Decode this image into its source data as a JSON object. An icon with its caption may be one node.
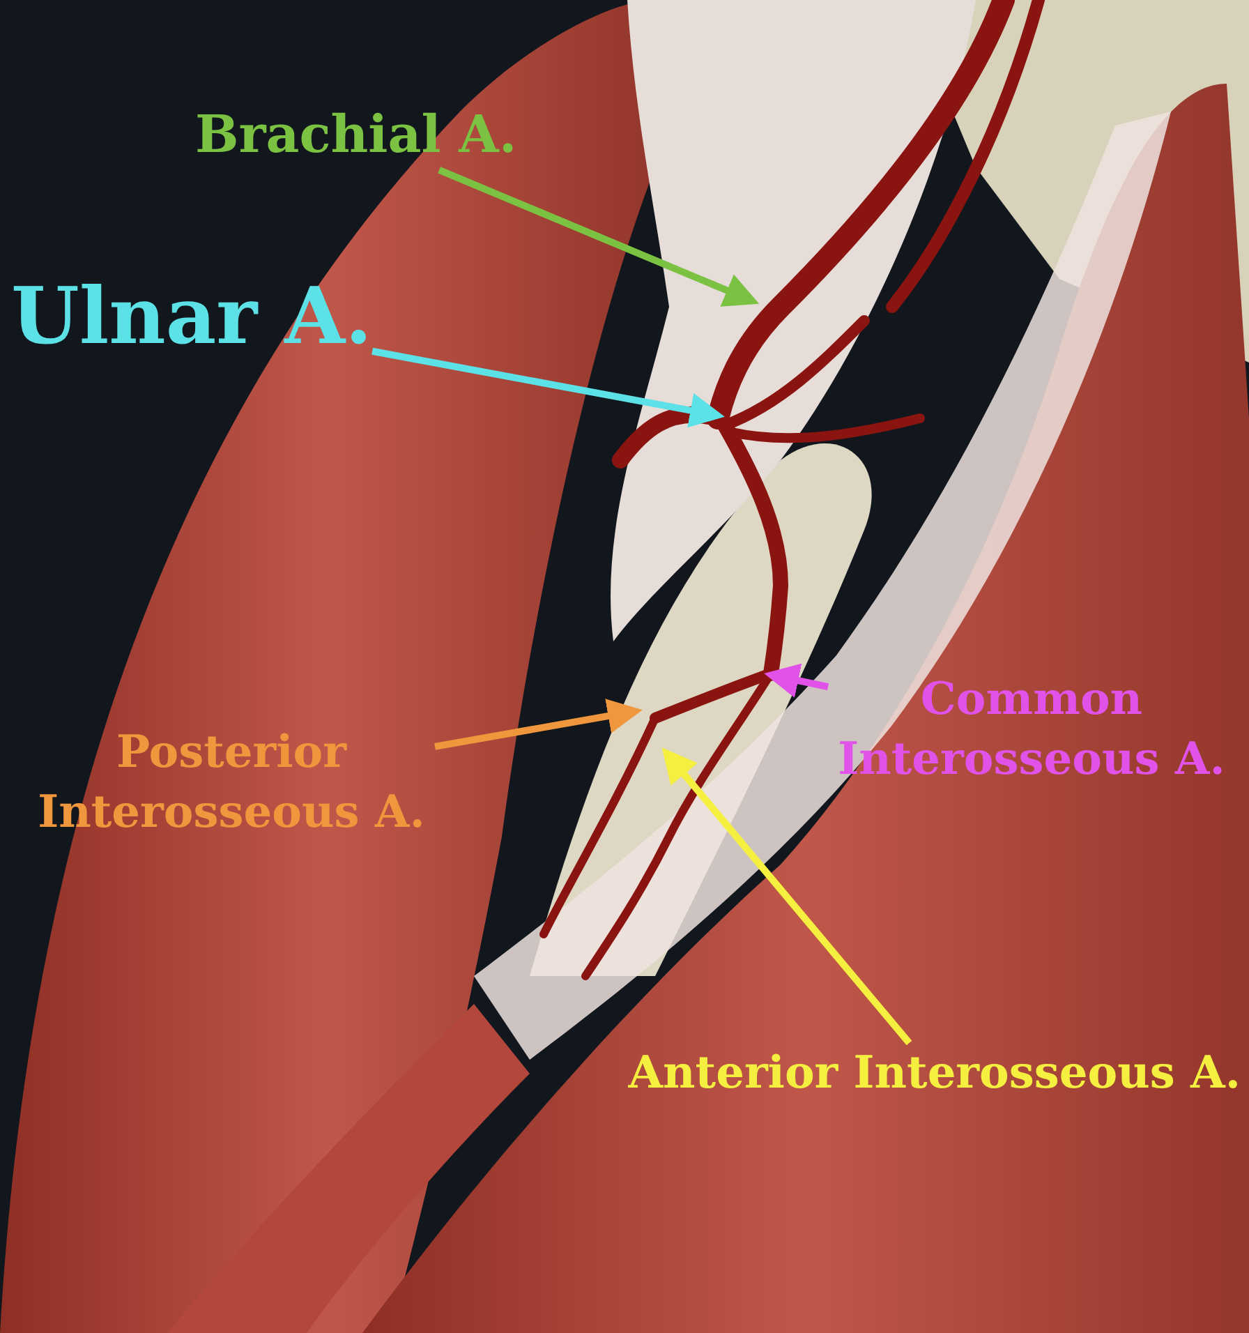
{
  "diagram": {
    "nodes": [
      {
        "text": [
          "Brachial A."
        ]
      },
      {
        "text": [
          "Ulnar A."
        ]
      },
      {
        "text": [
          "Common Interosseous A."
        ]
      },
      {
        "text": [
          "Posterior Interosseous A."
        ]
      },
      {
        "text": [
          "Anterior Interosseous A."
        ]
      }
    ],
    "edges": [
      {
        "from": 0,
        "to": null,
        "arrow": "to",
        "color": "#7cc242"
      },
      {
        "from": 1,
        "to": null,
        "arrow": "to",
        "color": "#5ce1e6"
      },
      {
        "from": 2,
        "to": null,
        "arrow": "to",
        "color": "#e052e8"
      },
      {
        "from": 3,
        "to": null,
        "arrow": "to",
        "color": "#f0963c"
      },
      {
        "from": 4,
        "to": null,
        "arrow": "to",
        "color": "#f5f040"
      }
    ]
  }
}
